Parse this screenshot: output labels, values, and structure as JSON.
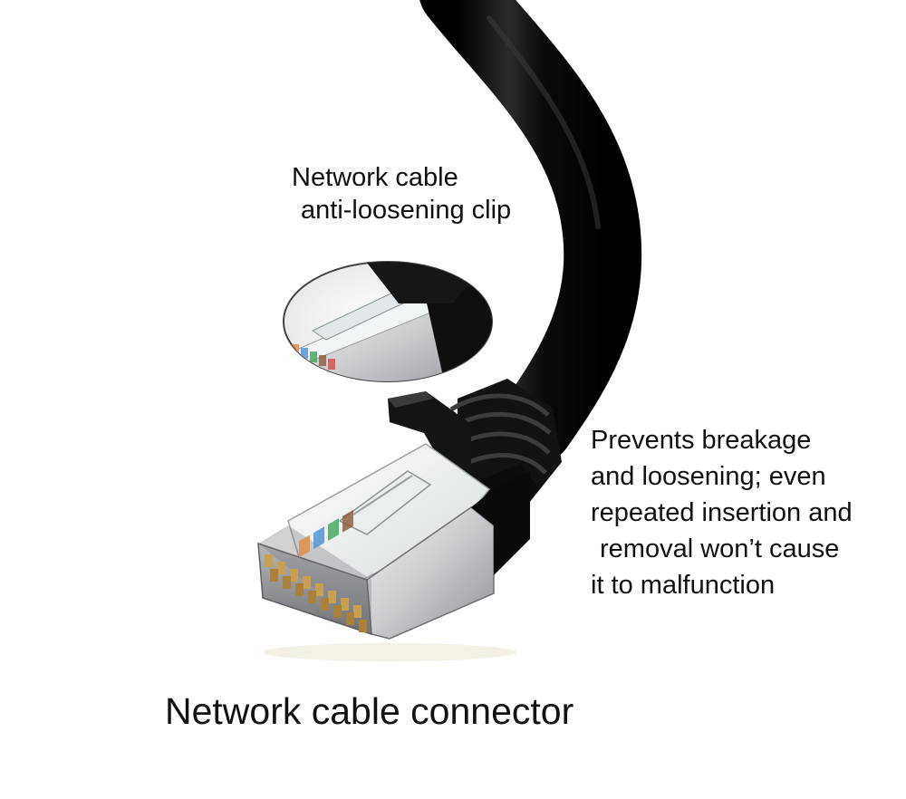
{
  "clip_label": {
    "line1": "Network cable",
    "line2": "anti-loosening clip"
  },
  "benefit_text": {
    "line1": "Prevents breakage",
    "line2": "and loosening; even",
    "line3": "repeated insertion and",
    "line4": "removal won’t cause",
    "line5": "it to malfunction"
  },
  "main_caption": "Network cable connector",
  "colors": {
    "background": "#ffffff",
    "cable": "#0c0c0c",
    "boot": "#111111",
    "shield_metal": "#d9dadd",
    "clear_plastic": "#eef3f4",
    "text": "#111111"
  }
}
